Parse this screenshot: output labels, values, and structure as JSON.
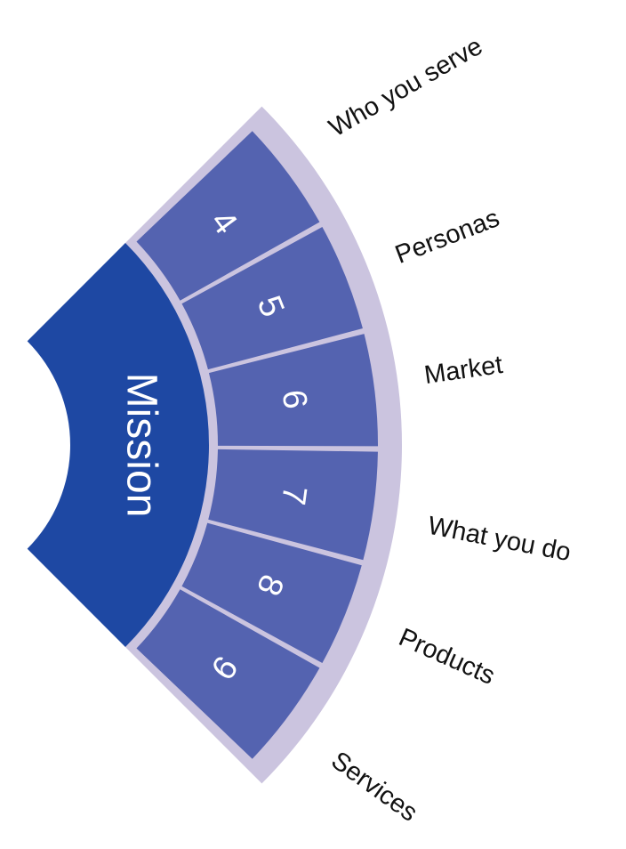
{
  "center_label": "Mission",
  "segments": [
    {
      "number": "4",
      "from_deg": -44,
      "to_deg": -29
    },
    {
      "number": "5",
      "from_deg": -29,
      "to_deg": -14.5
    },
    {
      "number": "6",
      "from_deg": -14.5,
      "to_deg": 0.5
    },
    {
      "number": "7",
      "from_deg": 0.5,
      "to_deg": 15
    },
    {
      "number": "8",
      "from_deg": 15,
      "to_deg": 29
    },
    {
      "number": "9",
      "from_deg": 29,
      "to_deg": 44
    }
  ],
  "outer_labels": [
    "Who you serve",
    "Personas",
    "Market",
    "What you do",
    "Products",
    "Services"
  ],
  "colors": {
    "mission": "#1e48a3",
    "segment": "#5463b0",
    "ring": "#cbc4df",
    "text_light": "#ffffff"
  }
}
